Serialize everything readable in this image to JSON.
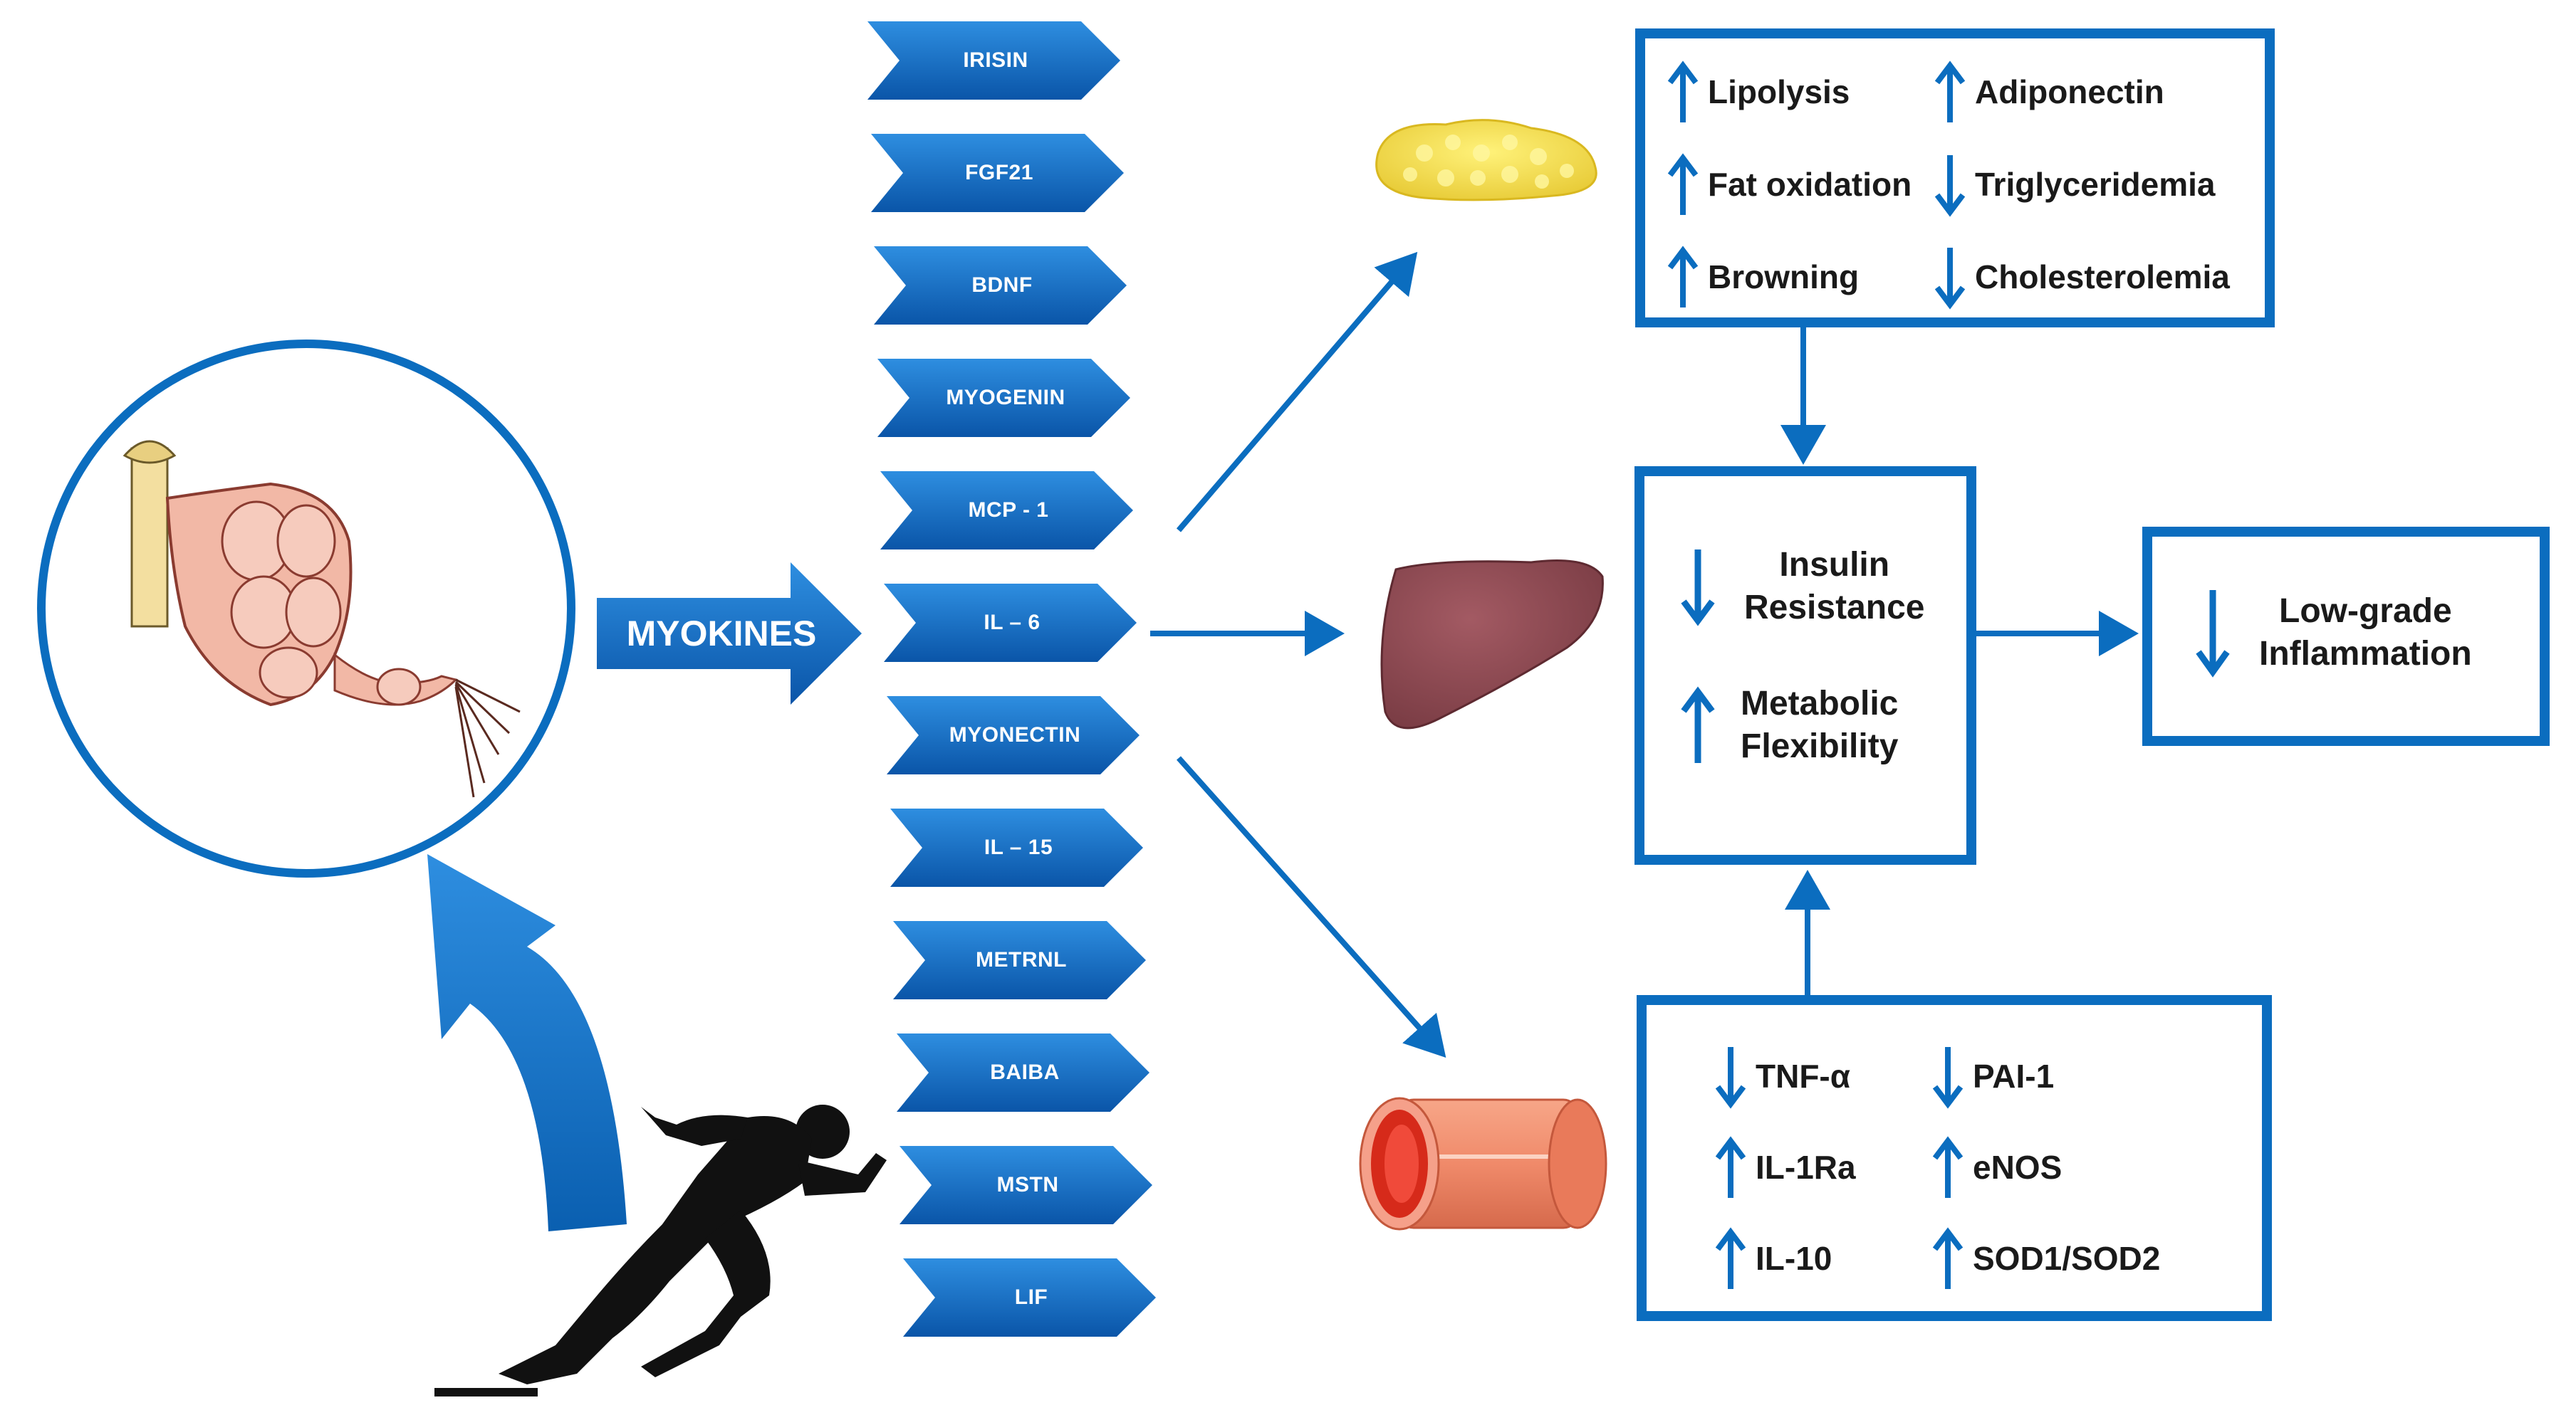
{
  "myokines_label": "MYOKINES",
  "myokines": [
    "IRISIN",
    "FGF21",
    "BDNF",
    "MYOGENIN",
    "MCP - 1",
    "IL – 6",
    "MYONECTIN",
    "IL – 15",
    "METRNL",
    "BAIBA",
    "MSTN",
    "LIF"
  ],
  "adipose_box": {
    "items": [
      {
        "dir": "up",
        "label": "Lipolysis"
      },
      {
        "dir": "up",
        "label": "Adiponectin"
      },
      {
        "dir": "up",
        "label": "Fat oxidation"
      },
      {
        "dir": "down",
        "label": "Triglyceridemia"
      },
      {
        "dir": "up",
        "label": "Browning"
      },
      {
        "dir": "down",
        "label": "Cholesterolemia"
      }
    ]
  },
  "liver_box": {
    "insulin_line1": "Insulin",
    "insulin_line2": "Resistance",
    "metabolic_line1": "Metabolic",
    "metabolic_line2": "Flexibility"
  },
  "inflammation_box": {
    "line1": "Low-grade",
    "line2": "Inflammation"
  },
  "vessel_box": {
    "items": [
      {
        "dir": "down",
        "label": "TNF-α"
      },
      {
        "dir": "down",
        "label": "PAI-1"
      },
      {
        "dir": "up",
        "label": "IL-1Ra"
      },
      {
        "dir": "up",
        "label": "eNOS"
      },
      {
        "dir": "up",
        "label": "IL-10"
      },
      {
        "dir": "up",
        "label": "SOD1/SOD2"
      }
    ]
  },
  "colors": {
    "accent": "#0b6dbf",
    "chevron_dark": "#0a55a8",
    "chevron_light": "#2e8ee0",
    "fat": "#f4e04d",
    "liver": "#8b4a52",
    "vessel": "#f08a6a",
    "muscle": "#f2b8a6"
  }
}
